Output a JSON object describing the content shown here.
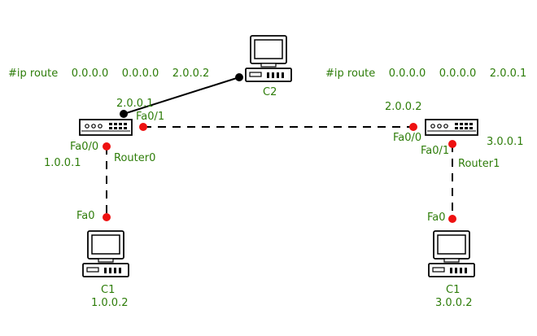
{
  "colors": {
    "label_green": "#2e7d0a",
    "port_red": "#ee1111",
    "port_black": "#000000",
    "link_black": "#000000",
    "device_outline": "#000000"
  },
  "diagram": {
    "route_left": "#ip route    0.0.0.0    0.0.0.0    2.0.0.2",
    "route_right": "#ip route    0.0.0.0    0.0.0.0    2.0.0.1",
    "router0": {
      "name": "Router0",
      "port_fa00": "Fa0/0",
      "port_fa01": "Fa0/1",
      "ip_fa00": "1.0.0.1",
      "ip_to_c2": "2.0.0.1"
    },
    "router1": {
      "name": "Router1",
      "port_fa00": "Fa0/0",
      "port_fa01": "Fa0/1",
      "ip_fa00": "2.0.0.2",
      "ip_fa01": "3.0.0.1"
    },
    "c2": {
      "name": "C2"
    },
    "pc_left": {
      "name": "C1",
      "port": "Fa0",
      "ip": "1.0.0.2"
    },
    "pc_right": {
      "name": "C1",
      "port": "Fa0",
      "ip": "3.0.0.2"
    },
    "links": [
      {
        "from": "Router0",
        "to": "C2",
        "style": "solid"
      },
      {
        "from": "Router0",
        "to": "Router1",
        "style": "dashed"
      },
      {
        "from": "Router0",
        "to": "C1 (1.0.0.2)",
        "style": "dashed"
      },
      {
        "from": "Router1",
        "to": "C1 (3.0.0.2)",
        "style": "dashed"
      }
    ]
  }
}
